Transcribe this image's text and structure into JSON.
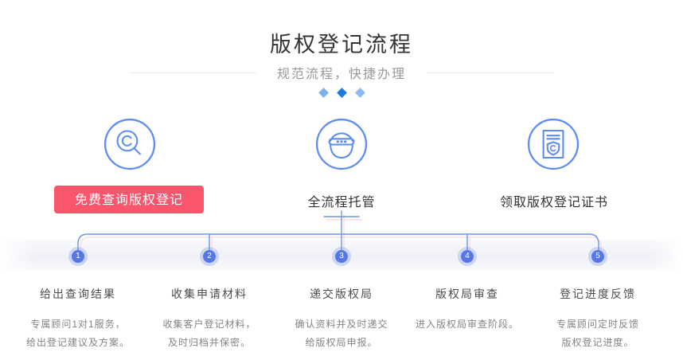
{
  "header": {
    "title": "版权登记流程",
    "subtitle": "规范流程，快捷办理"
  },
  "services": [
    {
      "label": "免费查询版权登记",
      "icon": "copyright-search-icon",
      "style": "red-button"
    },
    {
      "label": "全流程托管",
      "icon": "agent-hat-icon",
      "style": "text"
    },
    {
      "label": "领取版权登记证书",
      "icon": "certificate-shield-icon",
      "style": "text"
    }
  ],
  "steps": [
    {
      "number": "1",
      "title": "给出查询结果",
      "desc_line1": "专属顾问1对1服务，",
      "desc_line2": "给出登记建议及方案。"
    },
    {
      "number": "2",
      "title": "收集申请材料",
      "desc_line1": "收集客户登记材料，",
      "desc_line2": "及时归档并保密。"
    },
    {
      "number": "3",
      "title": "递交版权局",
      "desc_line1": "确认资料并及时递交",
      "desc_line2": "给版权局申报。"
    },
    {
      "number": "4",
      "title": "版权局审查",
      "desc_line1": "进入版权局审查阶段。",
      "desc_line2": ""
    },
    {
      "number": "5",
      "title": "登记进度反馈",
      "desc_line1": "专属顾问定时反馈",
      "desc_line2": "版权登记进度。"
    }
  ],
  "colors": {
    "accent_blue": "#5c8cf4",
    "connector_blue": "#6b94f0",
    "connector_echo_pink": "#f3d9e6",
    "step_circle_blue": "#5578e6",
    "button_red": "#f9566e",
    "diamond_light": "#7eb0f0",
    "diamond_dark": "#1b7be0",
    "title_color": "#333333",
    "subtitle_color": "#999999"
  }
}
